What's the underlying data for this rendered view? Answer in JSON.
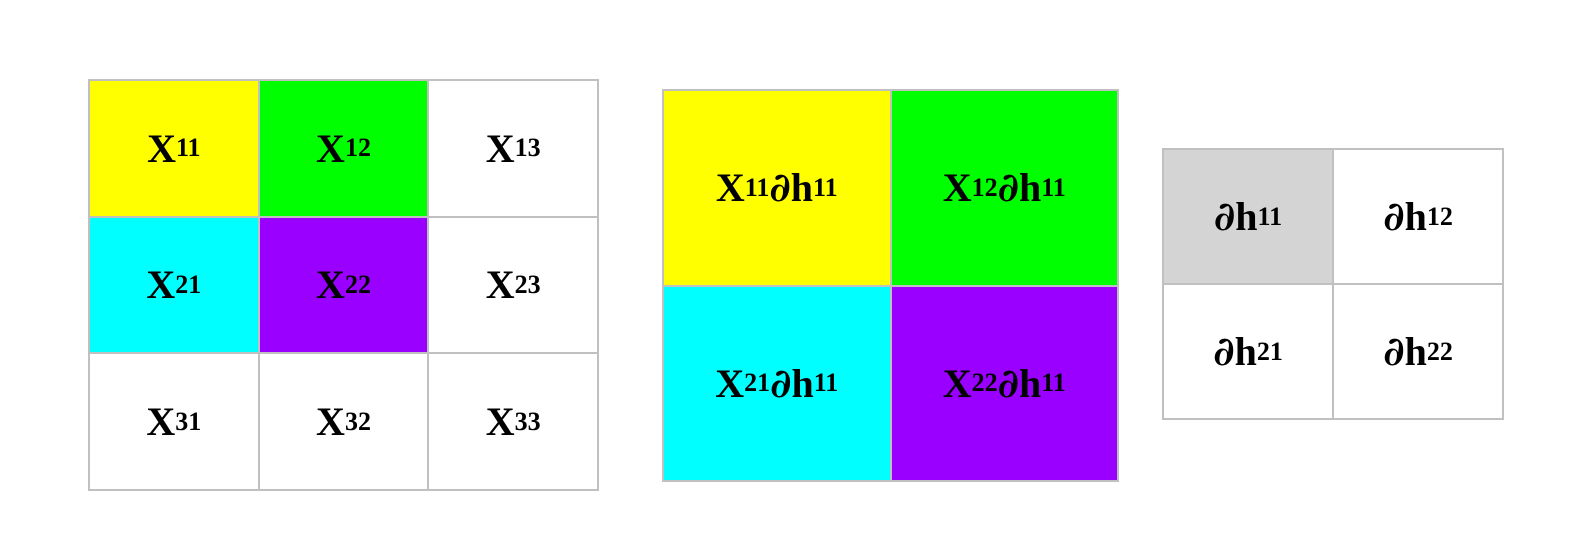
{
  "colors": {
    "yellow": "#ffff00",
    "green": "#00ff00",
    "cyan": "#00ffff",
    "purple": "#9900ff",
    "gray": "#d4d4d4",
    "white": "#ffffff",
    "border": "#c0c0c0"
  },
  "partial_symbol": "∂",
  "input_matrix": {
    "cells": [
      {
        "base": "X",
        "sub": "11",
        "color": "#ffff00"
      },
      {
        "base": "X",
        "sub": "12",
        "color": "#00ff00"
      },
      {
        "base": "X",
        "sub": "13",
        "color": "#ffffff"
      },
      {
        "base": "X",
        "sub": "21",
        "color": "#00ffff"
      },
      {
        "base": "X",
        "sub": "22",
        "color": "#9900ff"
      },
      {
        "base": "X",
        "sub": "23",
        "color": "#ffffff"
      },
      {
        "base": "X",
        "sub": "31",
        "color": "#ffffff"
      },
      {
        "base": "X",
        "sub": "32",
        "color": "#ffffff"
      },
      {
        "base": "X",
        "sub": "33",
        "color": "#ffffff"
      }
    ]
  },
  "product_matrix": {
    "cells": [
      {
        "x_base": "X",
        "x_sub": "11",
        "h_base": "h",
        "h_sub": "11",
        "color": "#ffff00"
      },
      {
        "x_base": "X",
        "x_sub": "12",
        "h_base": "h",
        "h_sub": "11",
        "color": "#00ff00"
      },
      {
        "x_base": "X",
        "x_sub": "21",
        "h_base": "h",
        "h_sub": "11",
        "color": "#00ffff"
      },
      {
        "x_base": "X",
        "x_sub": "22",
        "h_base": "h",
        "h_sub": "11",
        "color": "#9900ff"
      }
    ]
  },
  "gradient_matrix": {
    "cells": [
      {
        "base": "h",
        "sub": "11",
        "color": "#d4d4d4"
      },
      {
        "base": "h",
        "sub": "12",
        "color": "#ffffff"
      },
      {
        "base": "h",
        "sub": "21",
        "color": "#ffffff"
      },
      {
        "base": "h",
        "sub": "22",
        "color": "#ffffff"
      }
    ]
  }
}
